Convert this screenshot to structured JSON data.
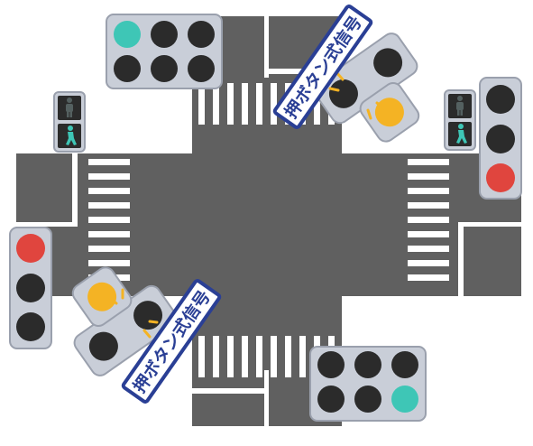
{
  "scene": {
    "title": "",
    "colors": {
      "road": "#606060",
      "marking": "#ffffff",
      "housing": "#c9ced8",
      "housing_edge": "#9aa0ad",
      "lamp_off": "#2b2b2b",
      "lamp_green": "#3ec6b6",
      "lamp_red": "#e0453e",
      "lamp_yellow": "#f4b324",
      "sign_fill": "#ffffff",
      "sign_border": "#2a3f95",
      "sign_text": "#2a3f95"
    }
  },
  "signals": [
    {
      "id": "north",
      "type": "vehicle-with-arrows",
      "active": "green"
    },
    {
      "id": "northeast-flashing",
      "type": "vehicle",
      "active": "yellow-flashing"
    },
    {
      "id": "east",
      "type": "vehicle",
      "active": "red"
    },
    {
      "id": "west",
      "type": "vehicle",
      "active": "red"
    },
    {
      "id": "southwest-flashing",
      "type": "vehicle",
      "active": "yellow-flashing"
    },
    {
      "id": "south",
      "type": "vehicle-with-arrows",
      "active": "green"
    }
  ],
  "pedestrian_signals": [
    {
      "id": "ped-west",
      "active": "walk-green"
    },
    {
      "id": "ped-east",
      "active": "walk-green"
    }
  ],
  "signs": [
    {
      "id": "sign-1",
      "text": "押ボタン式信号"
    },
    {
      "id": "sign-2",
      "text": "押ボタン式信号"
    }
  ]
}
